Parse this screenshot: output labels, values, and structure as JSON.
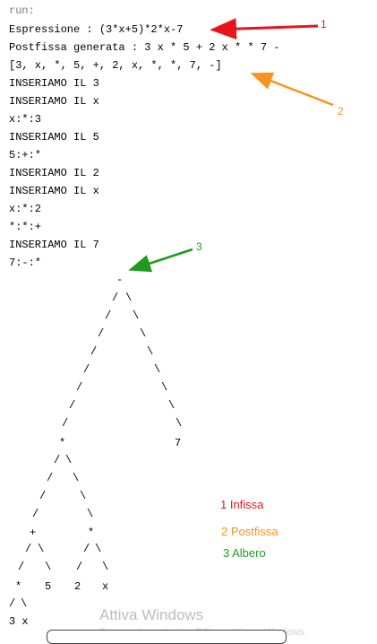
{
  "console": {
    "lines": [
      "run:",
      "Espressione : (3*x+5)*2*x-7",
      "Postfissa generata : 3 x * 5 + 2 x * * 7 -",
      "[3, x, *, 5, +, 2, x, *, *, 7, -]",
      "INSERIAMO IL 3",
      "INSERIAMO IL x",
      "x:*:3",
      "INSERIAMO IL 5",
      "5:+:*",
      "INSERIAMO IL 2",
      "INSERIAMO IL x",
      "x:*:2",
      "*:*:+",
      "INSERIAMO IL 7",
      "7:-:*"
    ]
  },
  "tree": {
    "root": "-",
    "left_child": "*",
    "right_child": "7",
    "ll": "+",
    "lr": "*",
    "lll": "*",
    "llr": "5",
    "lrl": "2",
    "lrr": "x",
    "leaf_pair": "3 x",
    "slash": "/",
    "backslash": "\\"
  },
  "annotations": {
    "a1": "1",
    "a2": "2",
    "a3": "3",
    "colors": {
      "red": "#e8161b",
      "orange": "#f7931e",
      "green": "#1f9a1f"
    }
  },
  "legend": {
    "item1": "1 Infissa",
    "item2": "2 Postfissa",
    "item3": "3 Albero"
  },
  "watermark": {
    "title": "Attiva Windows",
    "subtitle": "Passa a Impostazioni PC per attivare Windows."
  }
}
